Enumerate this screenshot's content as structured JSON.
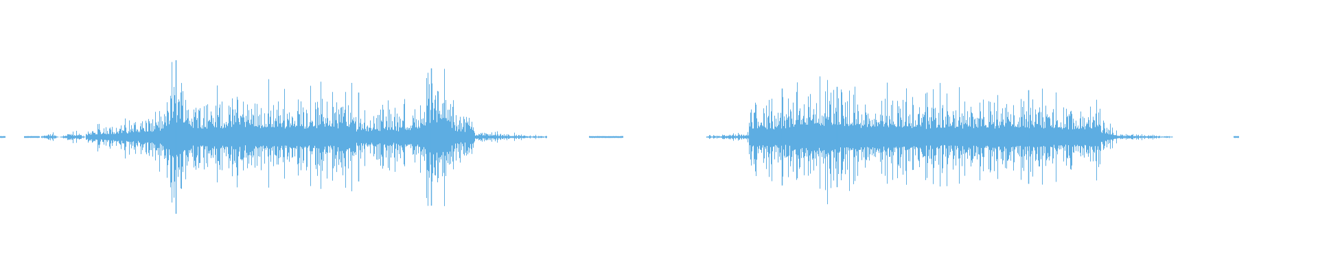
{
  "waveform": {
    "color": "#5dade2",
    "background": "#ffffff",
    "segments": [
      {
        "start": 0.0,
        "end": 0.004,
        "level": 0.01,
        "shape": "flat"
      },
      {
        "start": 0.018,
        "end": 0.03,
        "level": 0.02,
        "shape": "flat"
      },
      {
        "start": 0.03,
        "end": 0.045,
        "level": 0.05,
        "shape": "blip"
      },
      {
        "start": 0.045,
        "end": 0.065,
        "level": 0.06,
        "shape": "blip"
      },
      {
        "start": 0.065,
        "end": 0.125,
        "level": 0.3,
        "shape": "rise"
      },
      {
        "start": 0.125,
        "end": 0.145,
        "level": 0.8,
        "shape": "burst"
      },
      {
        "start": 0.145,
        "end": 0.27,
        "level": 0.48,
        "shape": "dense"
      },
      {
        "start": 0.27,
        "end": 0.315,
        "level": 0.32,
        "shape": "dense"
      },
      {
        "start": 0.315,
        "end": 0.345,
        "level": 0.7,
        "shape": "burst"
      },
      {
        "start": 0.345,
        "end": 0.36,
        "level": 0.28,
        "shape": "dense"
      },
      {
        "start": 0.36,
        "end": 0.415,
        "level": 0.07,
        "shape": "decay"
      },
      {
        "start": 0.447,
        "end": 0.473,
        "level": 0.01,
        "shape": "flat"
      },
      {
        "start": 0.536,
        "end": 0.568,
        "level": 0.05,
        "shape": "rise"
      },
      {
        "start": 0.568,
        "end": 0.6,
        "level": 0.42,
        "shape": "dense"
      },
      {
        "start": 0.6,
        "end": 0.645,
        "level": 0.58,
        "shape": "dense"
      },
      {
        "start": 0.645,
        "end": 0.7,
        "level": 0.5,
        "shape": "dense"
      },
      {
        "start": 0.7,
        "end": 0.745,
        "level": 0.44,
        "shape": "dense"
      },
      {
        "start": 0.745,
        "end": 0.79,
        "level": 0.48,
        "shape": "dense"
      },
      {
        "start": 0.79,
        "end": 0.835,
        "level": 0.42,
        "shape": "dense"
      },
      {
        "start": 0.835,
        "end": 0.85,
        "level": 0.22,
        "shape": "decay"
      },
      {
        "start": 0.85,
        "end": 0.89,
        "level": 0.05,
        "shape": "decay"
      },
      {
        "start": 0.936,
        "end": 0.94,
        "level": 0.01,
        "shape": "flat"
      }
    ],
    "peaks": [
      {
        "pos": 0.1335,
        "level": 0.95
      },
      {
        "pos": 0.327,
        "level": 0.85
      },
      {
        "pos": 0.272,
        "level": 0.55
      },
      {
        "pos": 0.593,
        "level": 0.6
      },
      {
        "pos": 0.635,
        "level": 0.62
      },
      {
        "pos": 0.78,
        "level": 0.58
      }
    ]
  }
}
